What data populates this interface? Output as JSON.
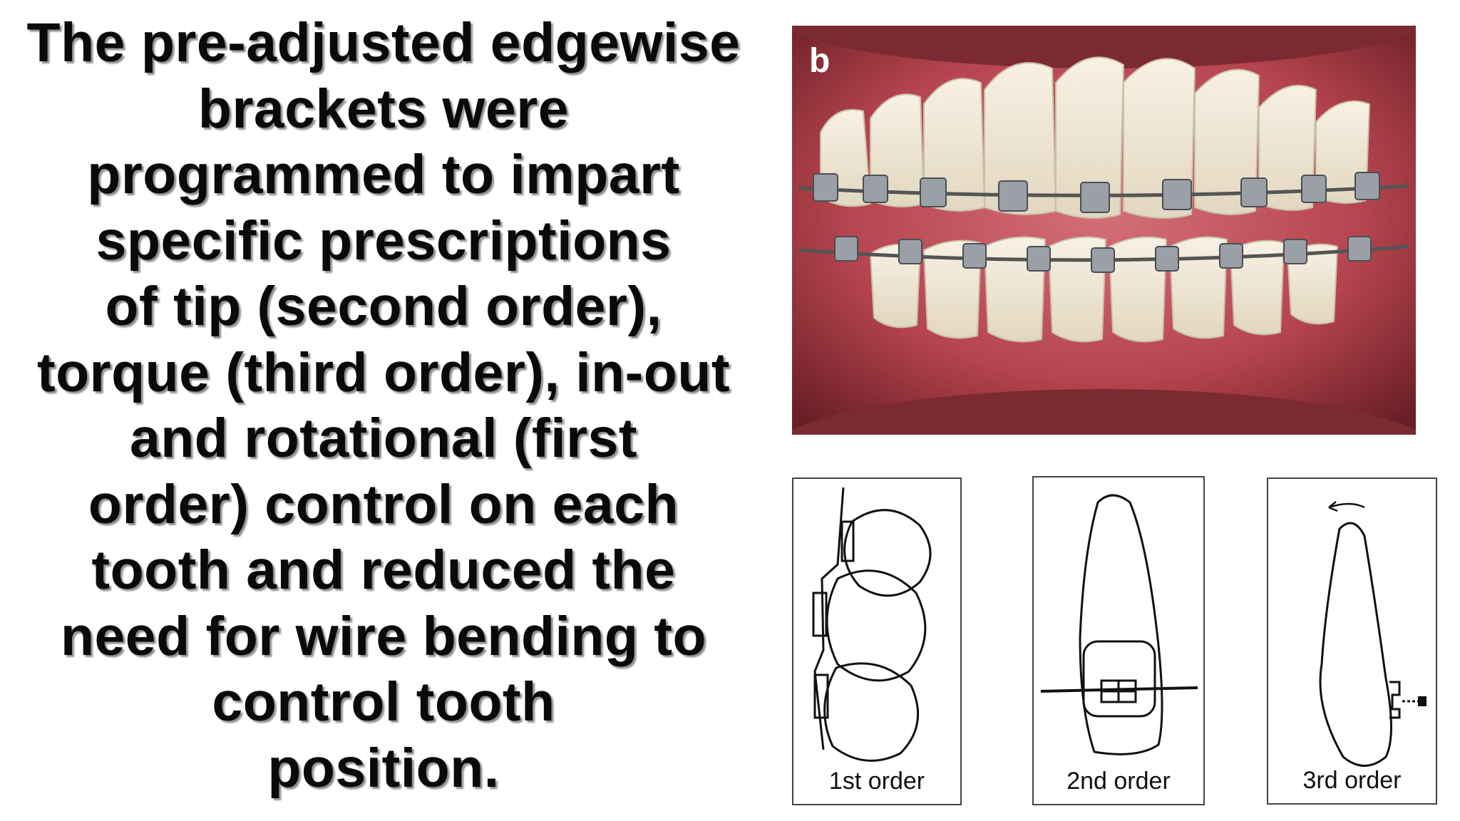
{
  "text": {
    "lines": [
      "The pre-adjusted edgewise",
      "brackets were",
      "programmed to impart",
      "specific prescriptions",
      "of tip (second order),",
      "torque (third order), in-out",
      "and rotational (first",
      "order) control on each",
      "tooth and reduced the",
      "need for wire bending to",
      "control tooth",
      "position."
    ]
  },
  "photo": {
    "label": "b"
  },
  "diagrams": {
    "first": {
      "caption": "1st order"
    },
    "second": {
      "caption": "2nd order"
    },
    "third": {
      "caption": "3rd order"
    }
  },
  "colors": {
    "text": "#0a0a0a",
    "gum": "#b5444e",
    "tooth": "#efe7d6",
    "bracket": "#9aa0a6"
  }
}
